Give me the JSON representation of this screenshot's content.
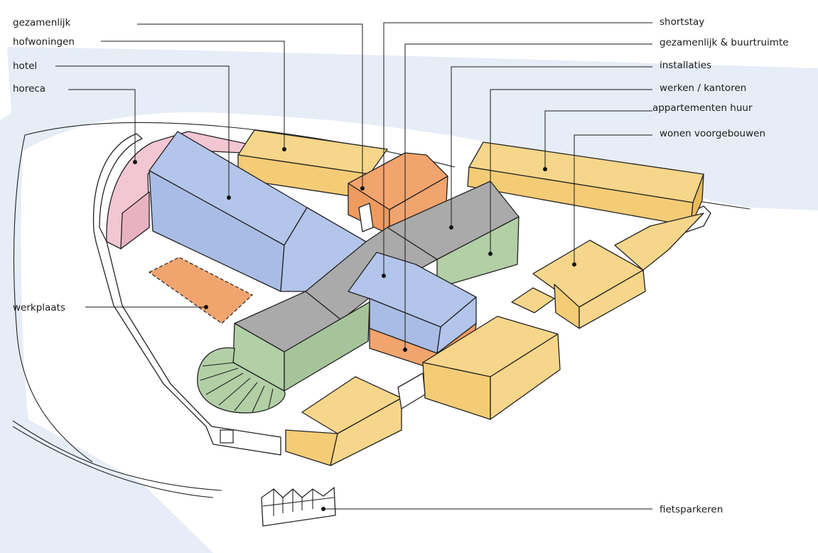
{
  "labels": {
    "gezamenlijk": "gezamenlijk",
    "hofwoningen": "hofwoningen",
    "hotel": "hotel",
    "horeca": "horeca",
    "werkplaats": "werkplaats",
    "shortstay": "shortstay",
    "gezamenlijk_buurtruimte": "gezamenlijk & buurtruimte",
    "installaties": "installaties",
    "werken_kantoren": "werken / kantoren",
    "appartementen_huur": "appartementen huur",
    "wonen_voorgebouwen": "wonen voorgebouwen",
    "fietsparkeren": "fietsparkeren"
  },
  "colors": {
    "water": "#e6edf7",
    "hotel": "#b3c5ea",
    "hofwoningen": "#f6d68a",
    "gezamenlijk": "#f2a46e",
    "horeca": "#f2c6d2",
    "installaties": "#aaaaaa",
    "werken": "#b2cfa6",
    "gezamenlijk_buurtruimte": "#f2a46e"
  }
}
